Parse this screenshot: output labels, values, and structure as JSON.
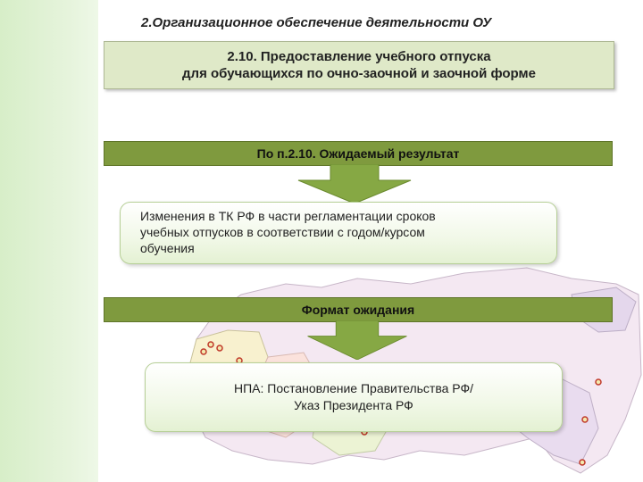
{
  "title": "2.Организационное обеспечение деятельности ОУ",
  "header": {
    "line1": "2.10. Предоставление учебного отпуска",
    "line2": "для обучающихся по очно-заочной и заочной форме"
  },
  "expected_result_bar": "По п.2.10. Ожидаемый результат",
  "result_box": {
    "line1": "Изменения в ТК РФ в части регламентации сроков",
    "line2": "учебных отпусков в соответствии с годом/курсом",
    "line3": "обучения"
  },
  "expectation_format_bar": "Формат ожидания",
  "npa_box": {
    "line1": "НПА: Постановление Правительства РФ/",
    "line2": "Указ Президента РФ"
  },
  "colors": {
    "bar": "#7f9a3e",
    "header_box": "#dfe9c8",
    "arrow": "#86a844",
    "left_strip": "#d7eec8"
  }
}
